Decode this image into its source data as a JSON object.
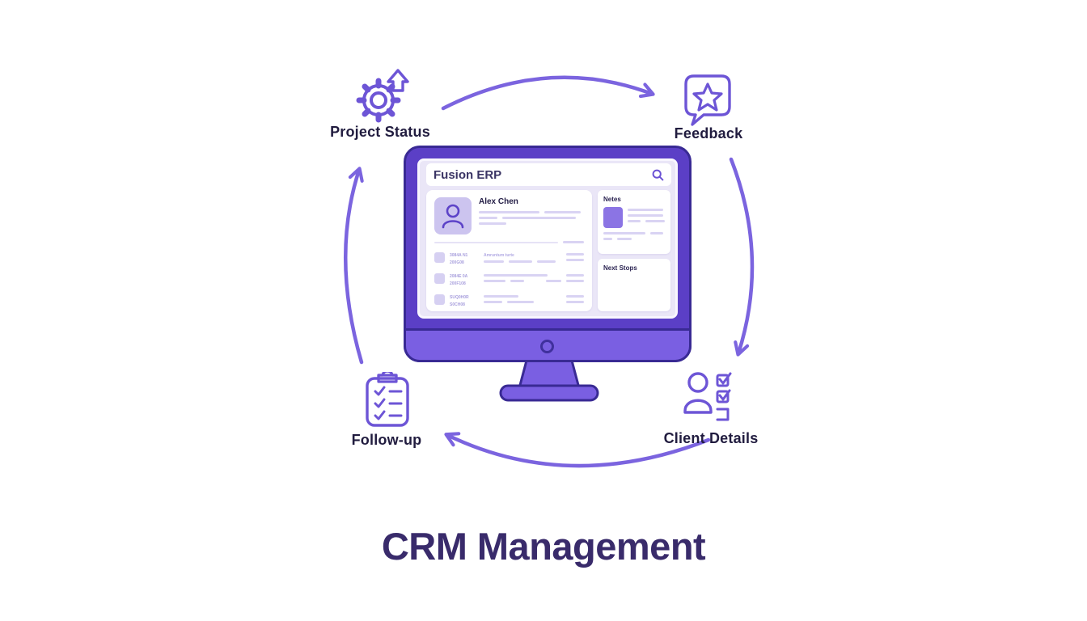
{
  "title": "CRM Management",
  "colors": {
    "arrow": "#7b64df",
    "icon_stroke": "#6d55d6",
    "monitor_bezel": "#5b3fc6",
    "monitor_chin": "#7a5fe2",
    "monitor_outline": "#392a94",
    "screen_bg": "#eae6f7",
    "label_text": "#211c3f",
    "title_text": "#392b6b",
    "notes_square": "#8b74e4"
  },
  "cycle": {
    "nodes": [
      {
        "id": "project-status",
        "label": "Project Status",
        "icon": "gear-up-arrow-icon"
      },
      {
        "id": "feedback",
        "label": "Feedback",
        "icon": "speech-bubble-star-icon"
      },
      {
        "id": "client-details",
        "label": "Client Details",
        "icon": "person-checklist-icon"
      },
      {
        "id": "follow-up",
        "label": "Follow-up",
        "icon": "clipboard-checklist-icon"
      }
    ]
  },
  "monitor": {
    "app_name": "Fusion ERP",
    "contact_card": {
      "name": "Alex Chen",
      "rows": [
        {
          "code_line1": "3084A N1",
          "code_line2": "200G08",
          "note": "Amruntum turte"
        },
        {
          "code_line1": "2084E 0A",
          "code_line2": "200F108",
          "note": ""
        },
        {
          "code_line1": "SUQ0H0R",
          "code_line2": "S0CH08",
          "note": ""
        }
      ]
    },
    "notes_card": {
      "label": "Netes"
    },
    "next_steps_card": {
      "label": "Next Stops"
    }
  }
}
